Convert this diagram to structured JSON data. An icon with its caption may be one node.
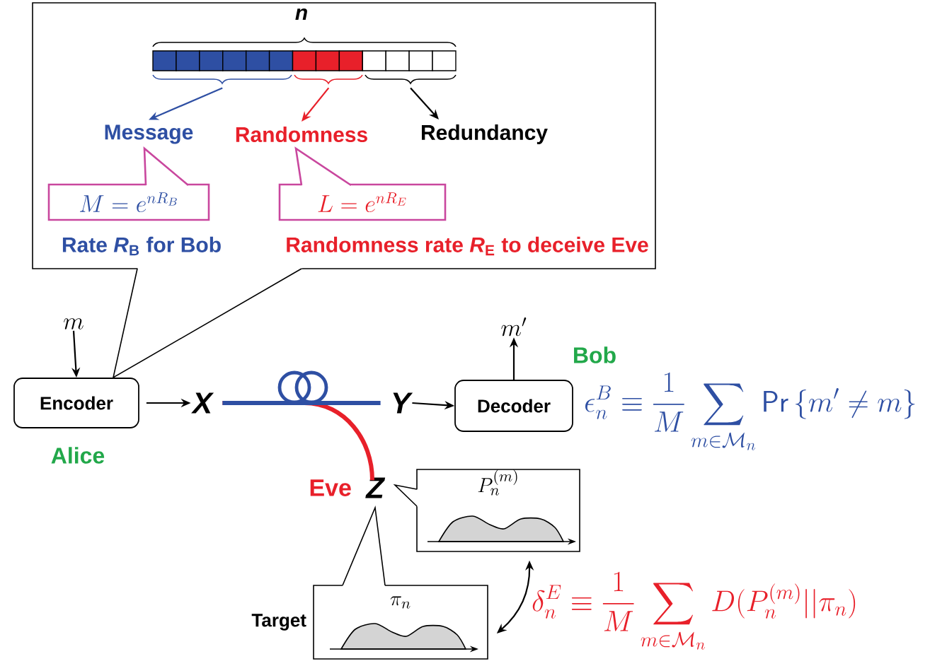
{
  "diagram": {
    "nodes": [
      {
        "text": [],
        "shape": "box"
      },
      {
        "text": [],
        "shape": "bar",
        "in": 0
      },
      {
        "text": [
          "Message"
        ],
        "in": 0
      },
      {
        "text": [
          "Randomness"
        ],
        "in": 0
      },
      {
        "text": [
          "Redundancy"
        ],
        "in": 0
      },
      {
        "text": [
          "M = e^{nR_B}"
        ],
        "beside": [
          "Rate *R*$_{B}$ for Bob"
        ],
        "in": 0
      },
      {
        "text": [
          "L = e^{nR_E}"
        ],
        "beside": [
          "Randomness rate *R*$_{E}$ to deceive Eve"
        ],
        "in": 0
      },
      {
        "text": [
          "m"
        ]
      },
      {
        "text": [
          "Encoder"
        ],
        "beside": [
          "Alice"
        ]
      },
      {
        "text": [
          "X"
        ]
      },
      {
        "text": [
          "Y"
        ]
      },
      {
        "text": [
          "m'"
        ]
      },
      {
        "text": [
          "Decoder"
        ],
        "beside": [
          "Bob"
        ]
      },
      {
        "text": [
          "Z"
        ],
        "beside": [
          "Eve"
        ]
      },
      {
        "text": [
          "P_n^{(m)}"
        ]
      },
      {
        "text": [
          "\\pi_n"
        ],
        "beside": [
          "Target"
        ]
      }
    ],
    "edges": [
      {
        "from": 1,
        "to": 2,
        "arrow": "to",
        "color": "#2e4fa3"
      },
      {
        "from": 1,
        "to": 3,
        "arrow": "to",
        "color": "#e8202a"
      },
      {
        "from": 1,
        "to": 4,
        "arrow": "to"
      },
      {
        "from": 7,
        "to": 8,
        "arrow": "to"
      },
      {
        "from": 8,
        "to": 9,
        "arrow": "to"
      },
      {
        "from": 9,
        "to": 13,
        "arrow": "none",
        "style": "thick",
        "color": "#e8202a"
      },
      {
        "from": 9,
        "to": 10,
        "arrow": "none",
        "style": "thick",
        "color": "#2e4fa3"
      },
      {
        "from": 10,
        "to": 12,
        "arrow": "to"
      },
      {
        "from": 12,
        "to": 11,
        "arrow": "to"
      },
      {
        "from": 14,
        "to": 15,
        "arrow": "both"
      }
    ],
    "labels": [
      "n",
      "\\epsilon_n^B \\equiv \\frac{1}{M}\\sum_{m\\in\\mathcal{M}_n}\\mathsf{Pr}\\left\\{m'\\neq m\\right\\}",
      "\\delta_n^E \\equiv \\frac{1}{M}\\sum_{m\\in\\mathcal{M}_n}D(P_n^{(m)}||\\pi_n)"
    ]
  }
}
